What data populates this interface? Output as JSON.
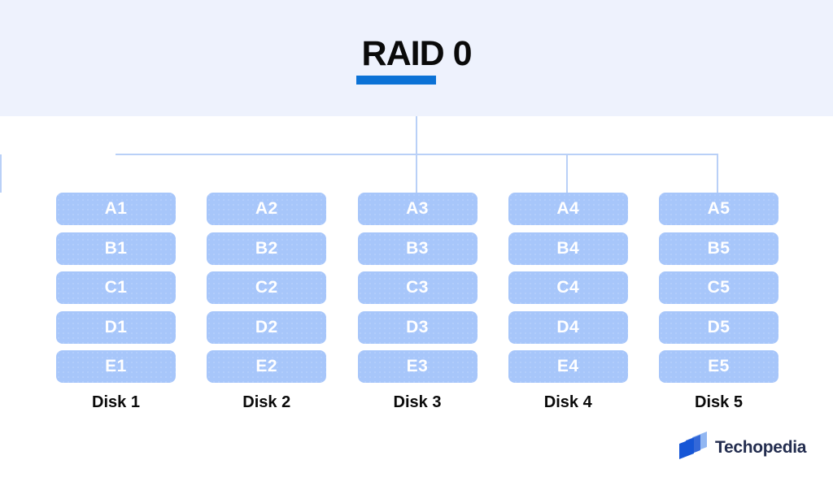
{
  "header": {
    "title": "RAID 0"
  },
  "diagram": {
    "disks": [
      {
        "label": "Disk 1",
        "blocks": [
          "A1",
          "B1",
          "C1",
          "D1",
          "E1"
        ]
      },
      {
        "label": "Disk 2",
        "blocks": [
          "A2",
          "B2",
          "C2",
          "D2",
          "E2"
        ]
      },
      {
        "label": "Disk 3",
        "blocks": [
          "A3",
          "B3",
          "C3",
          "D3",
          "E3"
        ]
      },
      {
        "label": "Disk 4",
        "blocks": [
          "A4",
          "B4",
          "C4",
          "D4",
          "E4"
        ]
      },
      {
        "label": "Disk 5",
        "blocks": [
          "A5",
          "B5",
          "C5",
          "D5",
          "E5"
        ]
      }
    ]
  },
  "footer": {
    "brand": "Techopedia",
    "logo_icon": "techopedia-panes-icon"
  },
  "theme": {
    "header_bg": "#eef2fd",
    "accent_blue": "#0b72d6",
    "block_fill": "#a7c6fa",
    "block_text": "#ffffff",
    "connector": "#b9d0f7",
    "text_dark": "#0a0a0a",
    "brand_navy": "#232d4f",
    "logo_light": "#92b7f2",
    "logo_mid": "#3468d8",
    "logo_dark": "#1656d6"
  }
}
